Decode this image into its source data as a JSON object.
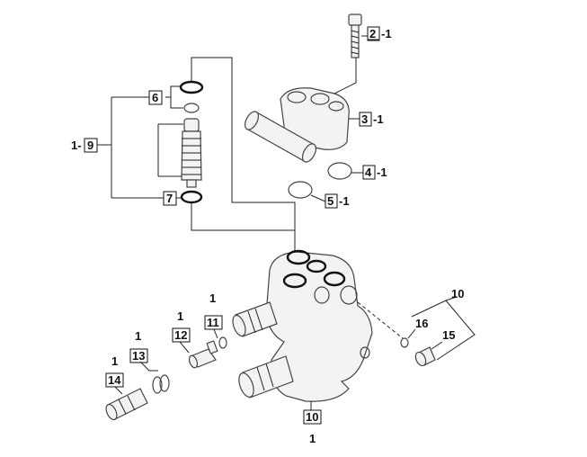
{
  "callouts": [
    {
      "id": "1",
      "boxed": "2",
      "qty": "-1"
    },
    {
      "id": "2",
      "boxed": "3",
      "qty": "-1"
    },
    {
      "id": "3",
      "boxed": "4",
      "qty": "-1"
    },
    {
      "id": "4",
      "boxed": "5",
      "qty": "-1"
    },
    {
      "id": "5",
      "boxed": "6",
      "qty": ""
    },
    {
      "id": "6",
      "boxed": "7",
      "qty": ""
    },
    {
      "id": "7",
      "boxed": "9",
      "qty": "1-"
    },
    {
      "id": "8",
      "boxed": "11",
      "qty": "1"
    },
    {
      "id": "9",
      "boxed": "12",
      "qty": "1"
    },
    {
      "id": "10",
      "boxed": "13",
      "qty": "1"
    },
    {
      "id": "11",
      "boxed": "14",
      "qty": "1"
    },
    {
      "id": "12",
      "boxed": "10",
      "qty": "1"
    }
  ],
  "plain_labels": {
    "group_10": "10",
    "part_16": "16",
    "part_15": "15"
  }
}
